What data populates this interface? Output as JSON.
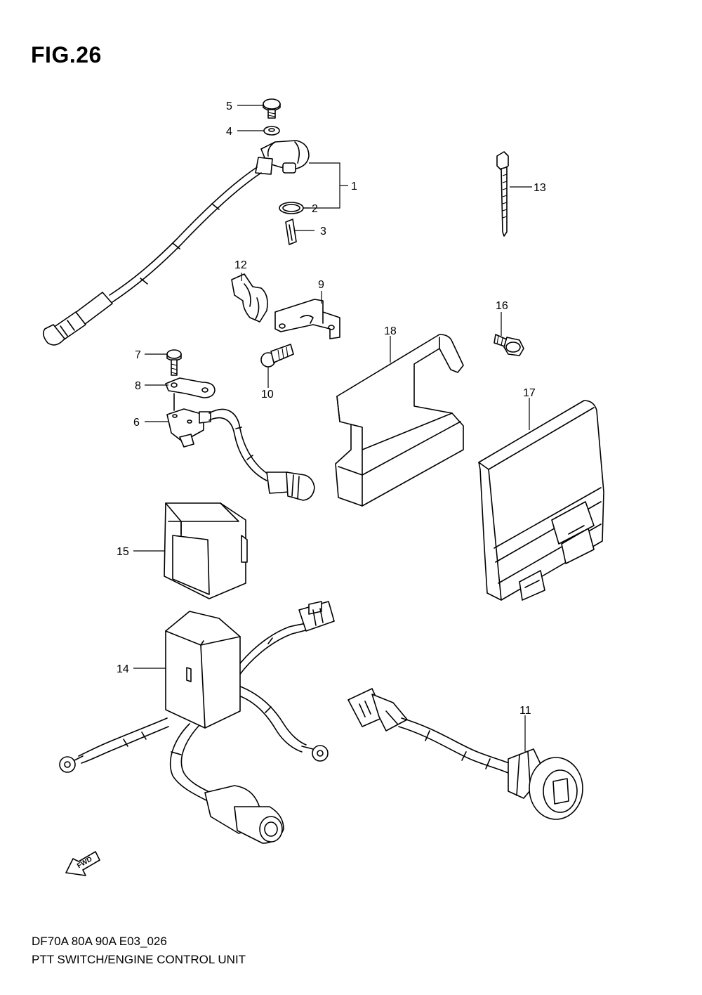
{
  "figure": {
    "title": "FIG.26",
    "model": "DF70A 80A 90A E03_026",
    "name": "PTT SWITCH/ENGINE CONTROL UNIT",
    "fwd_label": "FWD"
  },
  "callouts": [
    {
      "id": "c1",
      "label": "1"
    },
    {
      "id": "c2",
      "label": "2"
    },
    {
      "id": "c3",
      "label": "3"
    },
    {
      "id": "c4",
      "label": "4"
    },
    {
      "id": "c5",
      "label": "5"
    },
    {
      "id": "c6",
      "label": "6"
    },
    {
      "id": "c7",
      "label": "7"
    },
    {
      "id": "c8",
      "label": "8"
    },
    {
      "id": "c9",
      "label": "9"
    },
    {
      "id": "c10",
      "label": "10"
    },
    {
      "id": "c11",
      "label": "11"
    },
    {
      "id": "c12",
      "label": "12"
    },
    {
      "id": "c13",
      "label": "13"
    },
    {
      "id": "c14",
      "label": "14"
    },
    {
      "id": "c15",
      "label": "15"
    },
    {
      "id": "c16",
      "label": "16"
    },
    {
      "id": "c17",
      "label": "17"
    },
    {
      "id": "c18",
      "label": "18"
    }
  ]
}
